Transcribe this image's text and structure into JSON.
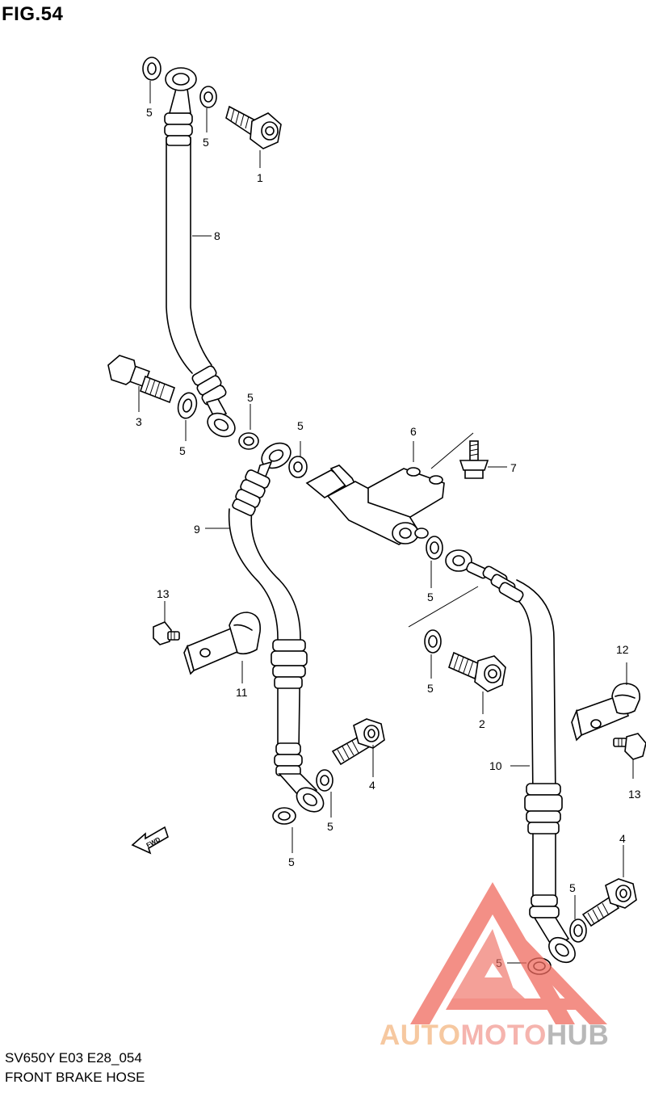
{
  "figure": {
    "title": "FIG.54"
  },
  "footer": {
    "model_code": "SV650Y E03 E28_054",
    "part_name": "FRONT BRAKE  HOSE"
  },
  "callouts": [
    "1",
    "2",
    "3",
    "4",
    "5",
    "6",
    "7",
    "8",
    "9",
    "10",
    "11",
    "12",
    "13"
  ],
  "direction_marker": {
    "text": "FWD"
  },
  "watermark": {
    "part1": "AUTO",
    "part2": "MOTO",
    "part3": "HUB",
    "colors": {
      "auto": "#f6c8a0",
      "moto": "#f5b4ae",
      "hub": "#b8b8b8",
      "logo": "#ef6a5e"
    }
  }
}
